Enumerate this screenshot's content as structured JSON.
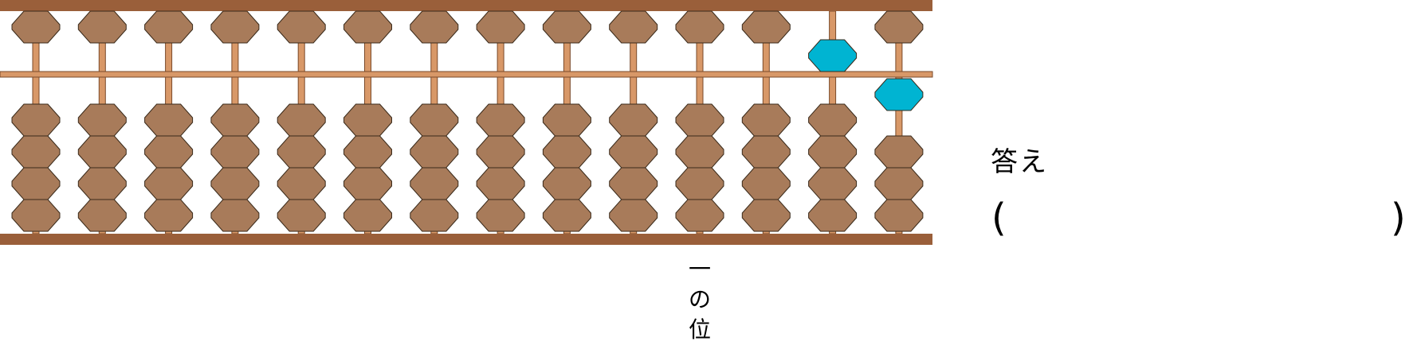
{
  "abacus": {
    "rods": [
      0,
      0,
      0,
      0,
      0,
      0,
      0,
      0,
      0,
      0,
      0,
      0,
      5,
      1
    ],
    "unit_rod": 11,
    "colors": {
      "frame": "#9a5f3a",
      "rod": "#d89868",
      "bead": "#a87b5a",
      "bead_highlight": "#00b4d2"
    }
  },
  "unit_label": {
    "line1": "一",
    "line2": "の",
    "line3": "位"
  },
  "answer": {
    "label": "答え",
    "open_paren": "(",
    "close_paren": ")",
    "value": ""
  }
}
